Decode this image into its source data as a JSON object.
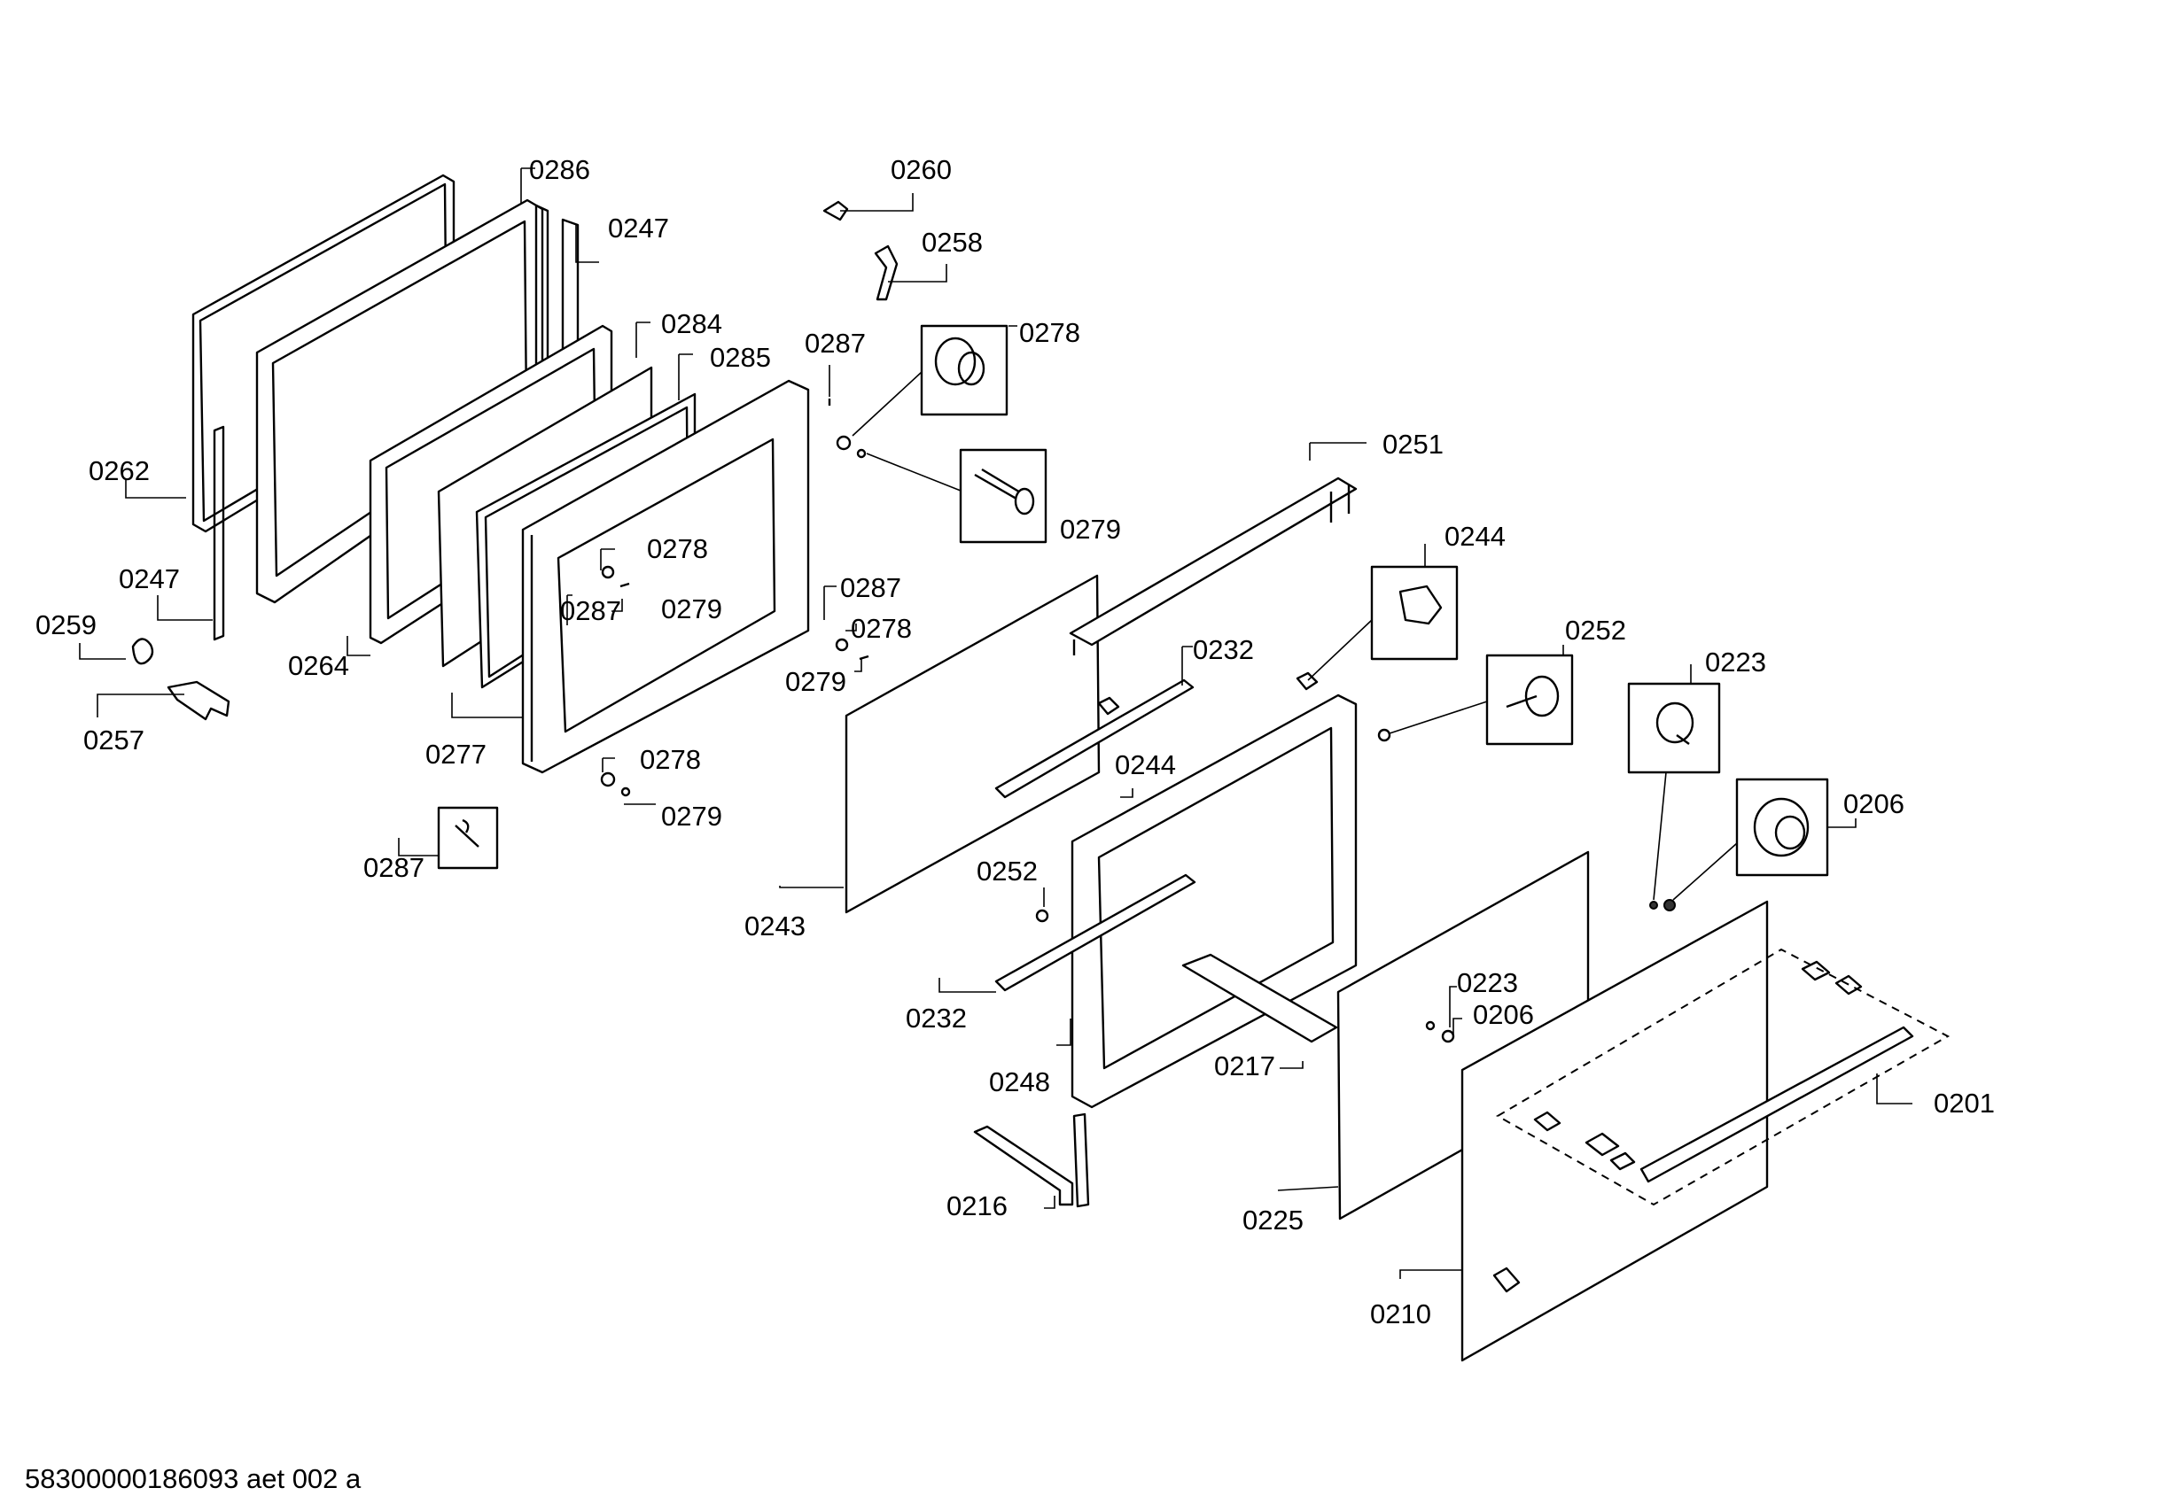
{
  "diagram": {
    "footer_text": "58300000186093 aet 002 a",
    "callouts": [
      {
        "id": "c-0286",
        "text": "0286"
      },
      {
        "id": "c-0247a",
        "text": "0247"
      },
      {
        "id": "c-0284",
        "text": "0284"
      },
      {
        "id": "c-0285",
        "text": "0285"
      },
      {
        "id": "c-0262",
        "text": "0262"
      },
      {
        "id": "c-0247b",
        "text": "0247"
      },
      {
        "id": "c-0259",
        "text": "0259"
      },
      {
        "id": "c-0257",
        "text": "0257"
      },
      {
        "id": "c-0264",
        "text": "0264"
      },
      {
        "id": "c-0277",
        "text": "0277"
      },
      {
        "id": "c-0278a",
        "text": "0278"
      },
      {
        "id": "c-0287a",
        "text": "0287"
      },
      {
        "id": "c-0279a",
        "text": "0279"
      },
      {
        "id": "c-0278b",
        "text": "0278"
      },
      {
        "id": "c-0279b",
        "text": "0279"
      },
      {
        "id": "c-0287b",
        "text": "0287"
      },
      {
        "id": "c-0260",
        "text": "0260"
      },
      {
        "id": "c-0258",
        "text": "0258"
      },
      {
        "id": "c-0287c",
        "text": "0287"
      },
      {
        "id": "c-0278c",
        "text": "0278"
      },
      {
        "id": "c-0279c",
        "text": "0279"
      },
      {
        "id": "c-0287d",
        "text": "0287"
      },
      {
        "id": "c-0278d",
        "text": "0278"
      },
      {
        "id": "c-0279d",
        "text": "0279"
      },
      {
        "id": "c-0251",
        "text": "0251"
      },
      {
        "id": "c-0244a",
        "text": "0244"
      },
      {
        "id": "c-0232a",
        "text": "0232"
      },
      {
        "id": "c-0252a",
        "text": "0252"
      },
      {
        "id": "c-0223a",
        "text": "0223"
      },
      {
        "id": "c-0244b",
        "text": "0244"
      },
      {
        "id": "c-0243",
        "text": "0243"
      },
      {
        "id": "c-0252b",
        "text": "0252"
      },
      {
        "id": "c-0206a",
        "text": "0206"
      },
      {
        "id": "c-0232b",
        "text": "0232"
      },
      {
        "id": "c-0223b",
        "text": "0223"
      },
      {
        "id": "c-0206b",
        "text": "0206"
      },
      {
        "id": "c-0248",
        "text": "0248"
      },
      {
        "id": "c-0217",
        "text": "0217"
      },
      {
        "id": "c-0201",
        "text": "0201"
      },
      {
        "id": "c-0216",
        "text": "0216"
      },
      {
        "id": "c-0225",
        "text": "0225"
      },
      {
        "id": "c-0210",
        "text": "0210"
      }
    ]
  }
}
